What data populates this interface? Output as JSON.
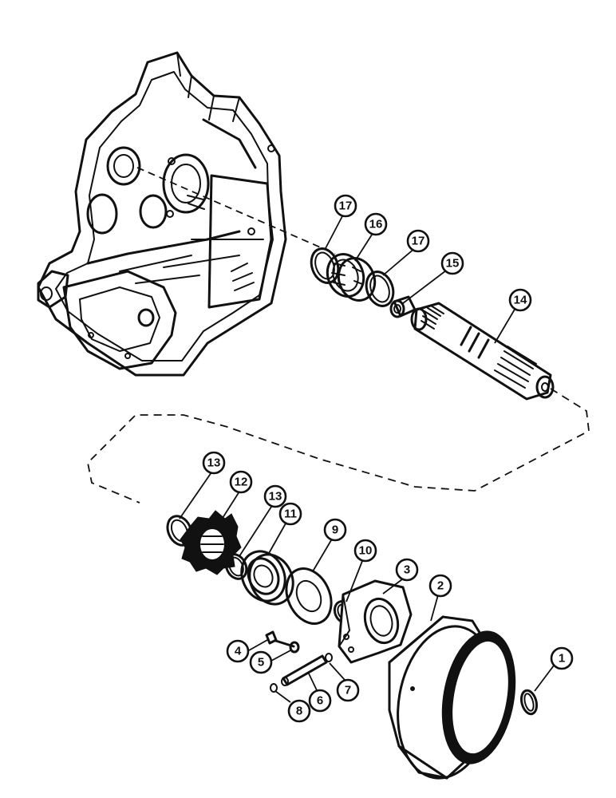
{
  "callouts": [
    {
      "id": "1",
      "label": "1"
    },
    {
      "id": "2",
      "label": "2"
    },
    {
      "id": "3",
      "label": "3"
    },
    {
      "id": "4",
      "label": "4"
    },
    {
      "id": "5",
      "label": "5"
    },
    {
      "id": "6",
      "label": "6"
    },
    {
      "id": "7",
      "label": "7"
    },
    {
      "id": "8",
      "label": "8"
    },
    {
      "id": "9",
      "label": "9"
    },
    {
      "id": "10",
      "label": "10"
    },
    {
      "id": "11",
      "label": "11"
    },
    {
      "id": "12",
      "label": "12"
    },
    {
      "id": "13a",
      "label": "13"
    },
    {
      "id": "13b",
      "label": "13"
    },
    {
      "id": "14",
      "label": "14"
    },
    {
      "id": "15",
      "label": "15"
    },
    {
      "id": "16",
      "label": "16"
    },
    {
      "id": "17a",
      "label": "17"
    },
    {
      "id": "17b",
      "label": "17"
    }
  ]
}
